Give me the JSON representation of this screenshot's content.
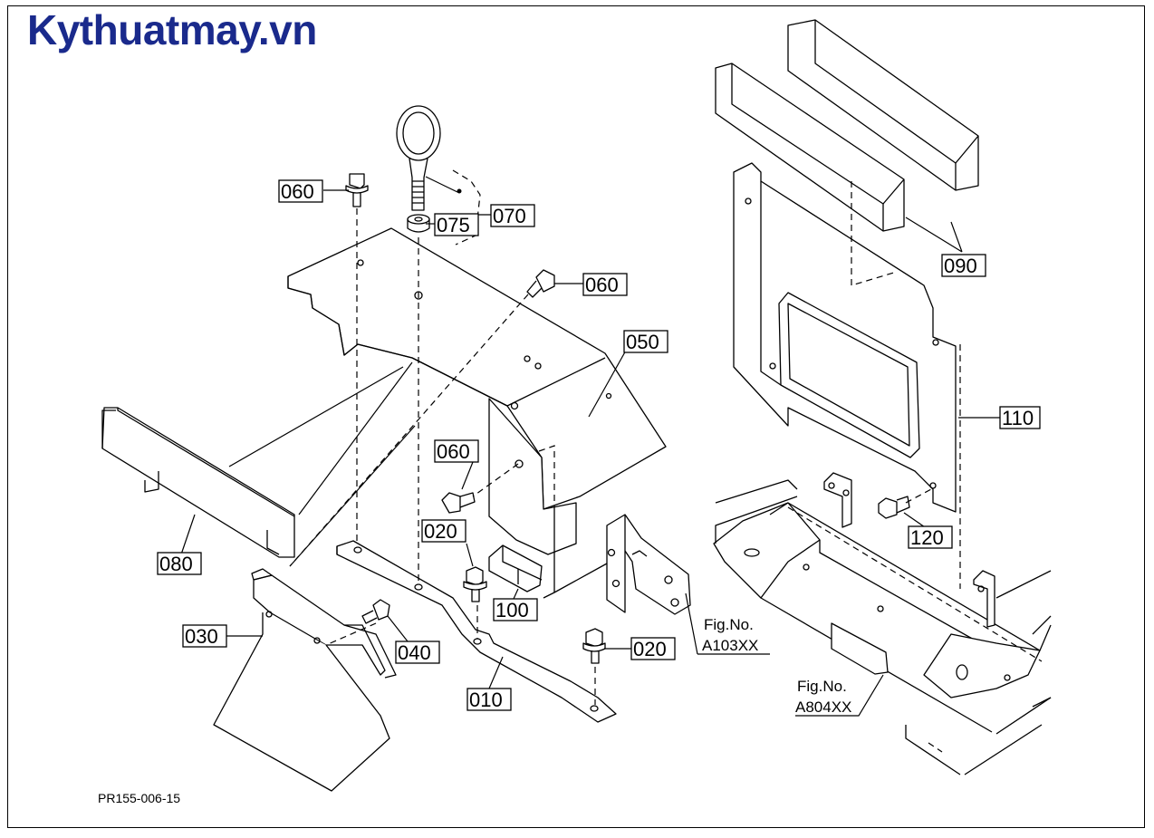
{
  "watermark": "Kythuatmay.vn",
  "drawing_code": "PR155-006-15",
  "parts": {
    "p010": "010",
    "p020a": "020",
    "p020b": "020",
    "p030": "030",
    "p040": "040",
    "p050": "050",
    "p060a": "060",
    "p060b": "060",
    "p060c": "060",
    "p070": "070",
    "p075": "075",
    "p080": "080",
    "p090": "090",
    "p100": "100",
    "p110": "110",
    "p120": "120"
  },
  "refs": {
    "fig_label": "Fig.No.",
    "fig_a": "A103XX",
    "fig_b": "A804XX"
  },
  "colors": {
    "watermark": "#1a2a8c",
    "line": "#000000"
  }
}
